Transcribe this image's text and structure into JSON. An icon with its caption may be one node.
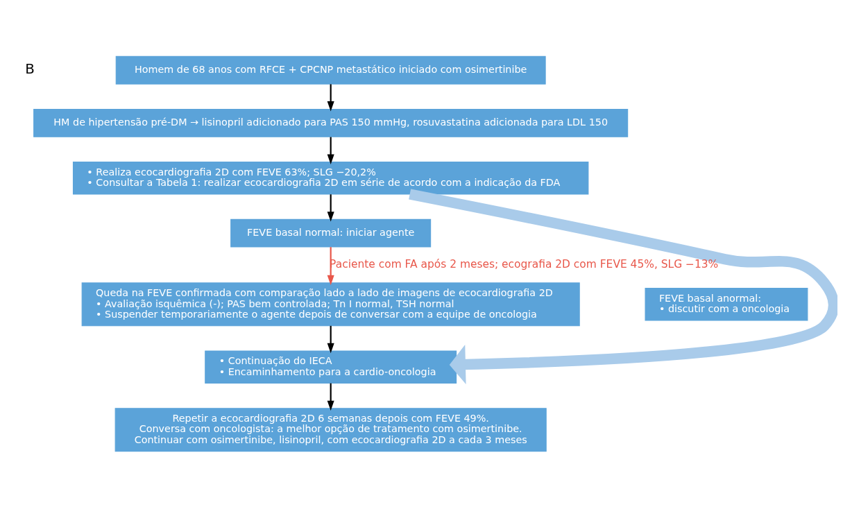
{
  "diagram": {
    "nodes": [
      {
        "text": [
          "Homem de 68 anos com RFCE + CPCNP metastático iniciado com osimertinibe"
        ]
      },
      {
        "text": [
          "HM de hipertensão pré-DM → lisinopril adicionado para PAS 150 mmHg, rosuvastatina adicionada para LDL 150"
        ]
      },
      {
        "text": [
          "• Realiza ecocardiografia 2D com FEVE 63%; SLG −20,2%",
          "• Consultar a Tabela 1: realizar ecocardiografia 2D em série de acordo com a indicação da FDA"
        ]
      },
      {
        "text": [
          "FEVE basal normal: iniciar agente"
        ]
      },
      {
        "text": [
          "Queda na FEVE confirmada com comparação lado a lado de imagens de ecocardiografia 2D",
          "• Avaliação isquêmica (-); PAS bem controlada; Tn I normal, TSH normal",
          "• Suspender temporariamente o agente depois de conversar com a equipe de oncologia"
        ]
      },
      {
        "text": [
          "• Continuação do IECA",
          "• Encaminhamento para a cardio-oncologia"
        ]
      },
      {
        "text": [
          "Repetir a ecocardiografia 2D 6 semanas depois com FEVE 49%.",
          "Conversa com oncologista: a melhor opção de tratamento com osimertinibe.",
          "Continuar com osimertinibe, lisinopril, com ecocardiografia 2D a cada 3 meses"
        ]
      },
      {
        "text": [
          "FEVE basal anormal:",
          "• discutir com a oncologia"
        ]
      }
    ],
    "edges": [
      {
        "from": 0,
        "to": 1,
        "arrow": "to"
      },
      {
        "from": 1,
        "to": 2,
        "arrow": "to"
      },
      {
        "from": 2,
        "to": 3,
        "arrow": "to"
      },
      {
        "from": 3,
        "to": 4,
        "arrow": "to",
        "label": "Paciente com FA após 2 meses; ecografia 2D com FEVE 45%, SLG −13%",
        "color": "#e8574a"
      },
      {
        "from": 4,
        "to": 5,
        "arrow": "to"
      },
      {
        "from": 5,
        "to": 6,
        "arrow": "to"
      },
      {
        "from": 2,
        "to": 5,
        "arrow": "to",
        "style": "thick",
        "color": "#a9cbea"
      }
    ],
    "labels": [
      "B"
    ]
  }
}
